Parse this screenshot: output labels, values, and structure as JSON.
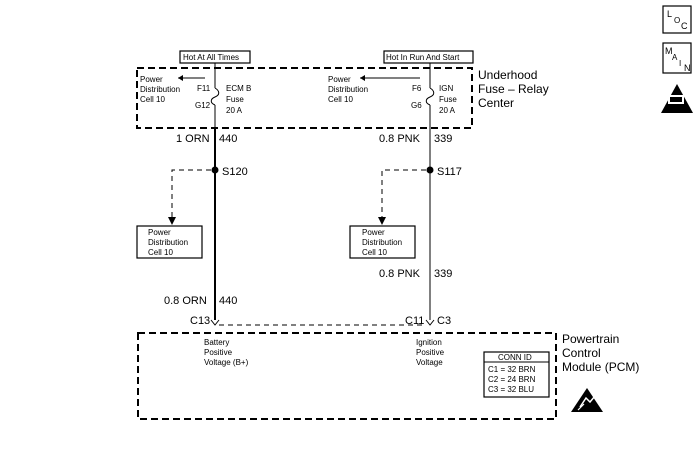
{
  "nav_icons": {
    "loc": {
      "letters": [
        "L",
        "O",
        "C"
      ]
    },
    "main": {
      "letters": [
        "M",
        "A",
        "I",
        "N"
      ]
    },
    "obd": {
      "label": "OBD II"
    }
  },
  "underhood": {
    "title_lines": [
      "Underhood",
      "Fuse – Relay",
      "Center"
    ],
    "left": {
      "hot_label": "Hot At All Times",
      "pd_lines": [
        "Power",
        "Distribution",
        "Cell 10"
      ],
      "pin_top": "F11",
      "pin_bottom": "G12",
      "fuse_lines": [
        "ECM B",
        "Fuse",
        "20 A"
      ]
    },
    "right": {
      "hot_label": "Hot In Run And Start",
      "pd_lines": [
        "Power",
        "Distribution",
        "Cell 10"
      ],
      "pin_top": "F6",
      "pin_bottom": "G6",
      "fuse_lines": [
        "IGN",
        "Fuse",
        "20 A"
      ]
    }
  },
  "wires": {
    "left_top": {
      "gauge": "1 ORN",
      "circuit": "440"
    },
    "right_top": {
      "gauge": "0.8 PNK",
      "circuit": "339"
    },
    "left_bottom": {
      "gauge": "0.8 ORN",
      "circuit": "440"
    },
    "right_bottom": {
      "gauge": "0.8 PNK",
      "circuit": "339"
    }
  },
  "splices": {
    "left": "S120",
    "right": "S117"
  },
  "pd_refs": {
    "left": [
      "Power",
      "Distribution",
      "Cell 10"
    ],
    "right": [
      "Power",
      "Distribution",
      "Cell 10"
    ]
  },
  "pcm": {
    "title_lines": [
      "Powertrain",
      "Control",
      "Module (PCM)"
    ],
    "left_pin": "C13",
    "right_pin": "C11",
    "right_conn": "C3",
    "left_desc": [
      "Battery",
      "Positive",
      "Voltage (B+)"
    ],
    "right_desc": [
      "Ignition",
      "Positive",
      "Voltage"
    ],
    "conn_table": {
      "header": "CONN ID",
      "rows": [
        "C1 = 32 BRN",
        "C2 = 24 BRN",
        "C3 = 32 BLU"
      ]
    }
  }
}
